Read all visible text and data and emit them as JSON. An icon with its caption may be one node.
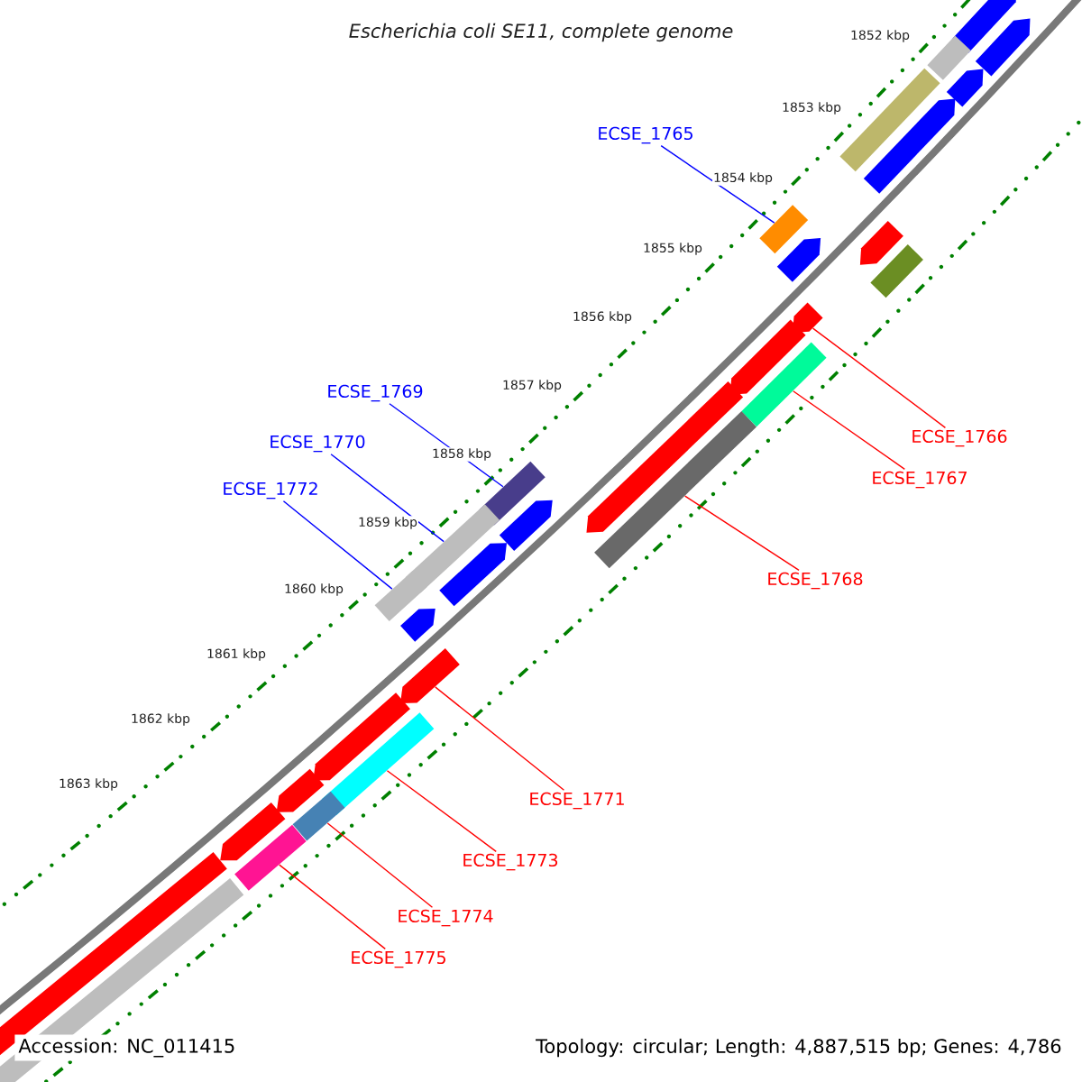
{
  "diagram": {
    "title": "Escherichia coli SE11, complete genome",
    "nodes": [
      {
        "text": [
          "ECSE_1765"
        ]
      },
      {
        "text": [
          "ECSE_1769"
        ]
      },
      {
        "text": [
          "ECSE_1766"
        ]
      },
      {
        "text": [
          "ECSE_1770"
        ]
      },
      {
        "text": [
          "ECSE_1767"
        ]
      },
      {
        "text": [
          "ECSE_1772"
        ]
      },
      {
        "text": [
          "ECSE_1768"
        ]
      },
      {
        "text": [
          "ECSE_1771"
        ]
      },
      {
        "text": [
          "ECSE_1773"
        ]
      },
      {
        "text": [
          "ECSE_1774"
        ]
      },
      {
        "text": [
          "ECSE_1775"
        ]
      },
      {
        "text": [],
        "shape": "box"
      },
      {
        "text": [],
        "shape": "box"
      },
      {
        "text": [],
        "shape": "arrow"
      },
      {
        "text": [],
        "shape": "box"
      },
      {
        "text": [],
        "shape": "box"
      },
      {
        "text": [],
        "shape": "box"
      },
      {
        "text": [],
        "shape": "box"
      },
      {
        "text": [],
        "shape": "arrow"
      },
      {
        "text": [],
        "shape": "box"
      },
      {
        "text": [],
        "shape": "box"
      },
      {
        "text": [],
        "shape": "box"
      },
      {
        "text": [],
        "shape": "arrow"
      }
    ],
    "edges": [
      {
        "from": 0,
        "to": 11,
        "arrow": "none",
        "color": "#0000ff"
      },
      {
        "from": 1,
        "to": 12,
        "arrow": "none",
        "color": "#0000ff"
      },
      {
        "from": 2,
        "to": 13,
        "arrow": "none"
      },
      {
        "from": 3,
        "to": 14,
        "arrow": "none",
        "color": "#0000ff"
      },
      {
        "from": 4,
        "to": 15,
        "arrow": "none"
      },
      {
        "from": 5,
        "to": 16,
        "arrow": "none",
        "color": "#0000ff"
      },
      {
        "from": 6,
        "to": 17,
        "arrow": "none"
      },
      {
        "from": 7,
        "to": 18,
        "arrow": "none"
      },
      {
        "from": 8,
        "to": 19,
        "arrow": "none"
      },
      {
        "from": 9,
        "to": 20,
        "arrow": "none"
      },
      {
        "from": 10,
        "to": 21,
        "arrow": "none"
      }
    ],
    "labels": [
      "1852 kbp",
      "1853 kbp",
      "1854 kbp",
      "1855 kbp",
      "1856 kbp",
      "1857 kbp",
      "1858 kbp",
      "1859 kbp",
      "1860 kbp",
      "1861 kbp",
      "1862 kbp",
      "1863 kbp",
      "Accession: NC_011415",
      "Topology: circular; Length: 4,887,515 bp; Genes: 4,786"
    ]
  }
}
